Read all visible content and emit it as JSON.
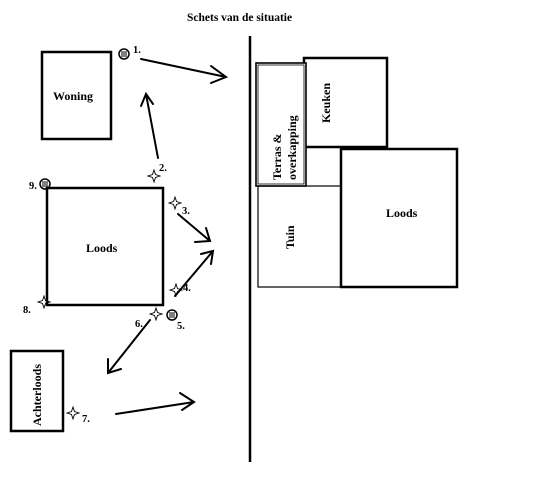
{
  "title": "Schets van de situatie",
  "buildings": {
    "woning": "Woning",
    "loods_left": "Loods",
    "achterloods": "Achterloods",
    "terras": [
      "Terras &",
      "overkapping"
    ],
    "keuken": "Keuken",
    "tuin": "Tuin",
    "loods_right": "Loods"
  },
  "viewpoints": [
    {
      "label": "1.",
      "marker": "lamp-icon"
    },
    {
      "label": "2.",
      "marker": "sparkle-icon"
    },
    {
      "label": "3.",
      "marker": "sparkle-icon"
    },
    {
      "label": "4.",
      "marker": "sparkle-icon"
    },
    {
      "label": "5.",
      "marker": "lamp-icon"
    },
    {
      "label": "6.",
      "marker": "sparkle-icon"
    },
    {
      "label": "7.",
      "marker": "sparkle-icon"
    },
    {
      "label": "8.",
      "marker": "sparkle-icon"
    },
    {
      "label": "9.",
      "marker": "lamp-icon"
    }
  ]
}
